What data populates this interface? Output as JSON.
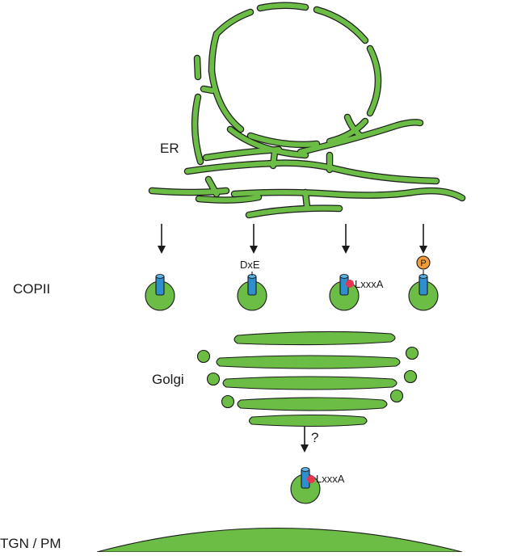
{
  "colors": {
    "membrane_green": "#6cbd45",
    "cargo_blue": "#2f8fce",
    "signal_red": "#e8354f",
    "phospho_orange": "#f29b39",
    "outline": "#1a1a1a"
  },
  "labels": {
    "er": "ER",
    "copii": "COPII",
    "golgi": "Golgi",
    "tgn_pm": "TGN / PM",
    "uncertain": "?"
  },
  "motifs": {
    "diacidic": "DxE",
    "leucine": "LxxxA",
    "leucine_post_golgi": "LxxxA",
    "phospho": "P"
  }
}
